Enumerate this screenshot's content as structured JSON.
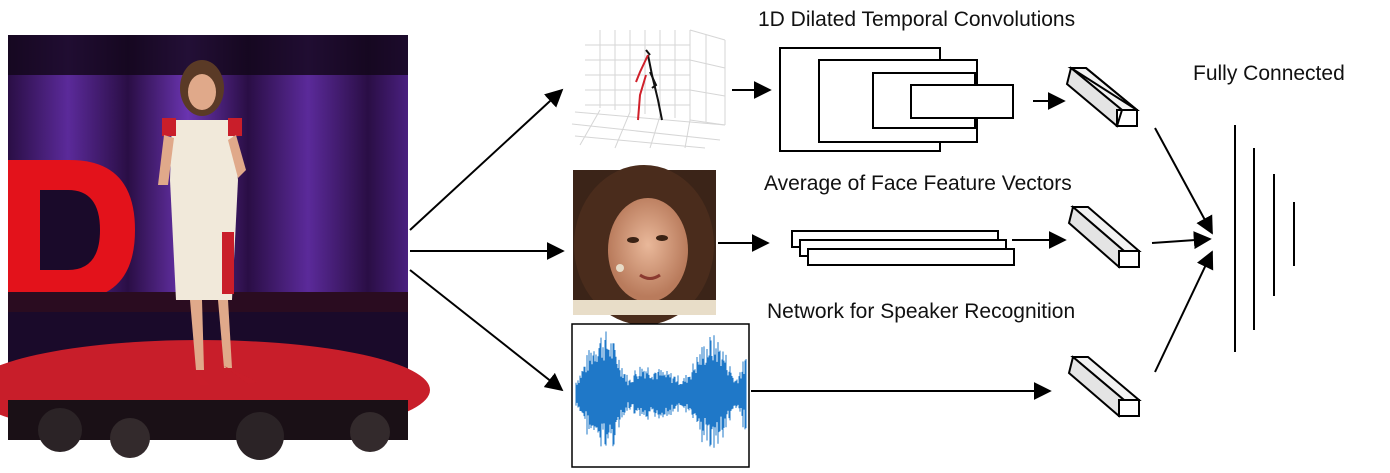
{
  "labels": {
    "temporal_conv": "1D Dilated Temporal Convolutions",
    "face_features": "Average of Face Feature Vectors",
    "speaker_net": "Network for Speaker Recognition",
    "fully_connected": "Fully Connected"
  },
  "colors": {
    "stage_floor": "#c81e2a",
    "stage_backdrop": "#3a1660",
    "ted_letters": "#e3121b",
    "waveform": "#1f78c8",
    "pose_left_limb": "#d0202a",
    "pose_right_limb": "#111111"
  },
  "icons": {
    "speaker_photo": "speaker-on-stage-photo",
    "pose": "3d-pose-skeleton-icon",
    "face": "face-crop-photo",
    "waveform": "audio-waveform-icon",
    "feature_vector": "feature-vector-cuboid-icon"
  }
}
